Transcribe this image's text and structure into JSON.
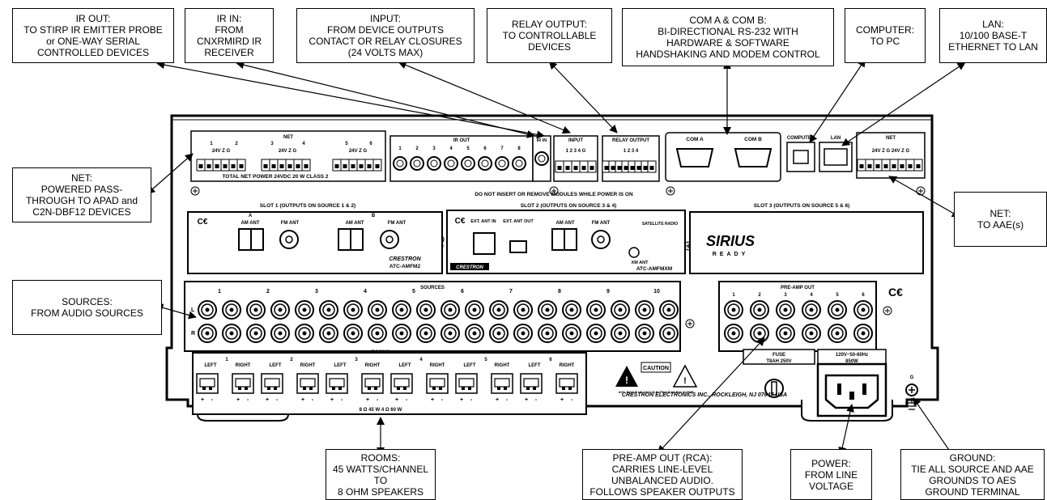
{
  "callouts": {
    "ir_out": "IR OUT:\nTO STIRP IR EMITTER PROBE\nor ONE-WAY SERIAL\nCONTROLLED DEVICES",
    "ir_in": "IR IN:\nFROM\nCNXRMIRD IR\nRECEIVER",
    "input": "INPUT:\nFROM DEVICE OUTPUTS\nCONTACT OR RELAY CLOSURES\n(24 VOLTS MAX)",
    "relay_output": "RELAY OUTPUT:\nTO CONTROLLABLE\nDEVICES",
    "com": "COM A & COM B:\nBI-DIRECTIONAL RS-232 WITH\nHARDWARE & SOFTWARE\nHANDSHAKING AND MODEM CONTROL",
    "computer": "COMPUTER:\nTO PC",
    "lan": "LAN:\n10/100 BASE-T\nETHERNET TO LAN",
    "net_left": "NET:\nPOWERED PASS-\nTHROUGH TO APAD and\nC2N-DBF12 DEVICES",
    "net_right": "NET:\nTO AAE(s)",
    "sources": "SOURCES:\nFROM AUDIO SOURCES",
    "rooms": "ROOMS:\n45 WATTS/CHANNEL TO\n8 OHM SPEAKERS",
    "preamp": "PRE-AMP OUT (RCA):\nCARRIES LINE-LEVEL\nUNBALANCED AUDIO.\nFOLLOWS SPEAKER OUTPUTS",
    "power": "POWER:\nFROM LINE\nVOLTAGE",
    "ground": "GROUND:\nTIE ALL SOURCE AND AAE\nGROUNDS TO AES\nGROUND TERMINAL"
  },
  "panel": {
    "net_label": "NET",
    "net_pins": "24V Z G",
    "net_group_1": "1",
    "net_group_2": "2",
    "net_group_3": "3",
    "net_group_4": "4",
    "net_group_5": "5",
    "net_group_6": "6",
    "total_net_power": "TOTAL NET POWER  24VDC  20 W CLASS 2",
    "ir_out_label": "IR OUT",
    "ir_in_label": "IR IN",
    "ir_channels": [
      "1",
      "2",
      "3",
      "4",
      "5",
      "6",
      "7",
      "8"
    ],
    "input_label": "INPUT",
    "input_pins": "1 2 3 4 G",
    "relay_label": "RELAY OUTPUT",
    "relay_pins": "1  2  3  4",
    "com_a": "COM A",
    "com_b": "COM B",
    "computer_label": "COMPUTER",
    "lan_label": "LAN",
    "net_right_label": "NET",
    "net_right_pins": "24V Z G  24V Z G",
    "warning": "DO NOT INSERT OR REMOVE MODULES WHILE POWER IS ON",
    "slot1": "SLOT 1 (OUTPUTS ON SOURCE 1 & 2)",
    "slot2": "SLOT 2 (OUTPUTS ON SOURCE 3 & 4)",
    "slot3": "SLOT 3 (OUTPUTS ON SOURCE 5 & 6)",
    "am_ant": "AM ANT",
    "fm_ant": "FM ANT",
    "tuner_a": "A",
    "tuner_b": "B",
    "ext_ant_in": "EXT. ANT IN",
    "ext_ant_out": "EXT. ANT OUT",
    "satellite_radio": "SATELLITE RADIO",
    "xm_ant": "XM ANT",
    "crestron": "CRESTRON",
    "model1": "ATC-AMFM2",
    "model2": "ATC-AMFMXM",
    "sirius": "SIRIUS",
    "sirius_ready": "READY",
    "sources_label": "SOURCES",
    "source_numbers": [
      "1",
      "2",
      "3",
      "4",
      "5",
      "6",
      "7",
      "8",
      "9",
      "10"
    ],
    "left_ch": "L",
    "right_ch": "R",
    "preamp_label": "PRE-AMP OUT",
    "preamp_numbers": [
      "1",
      "2",
      "3",
      "4",
      "5",
      "6"
    ],
    "rooms_label": "ROOMS",
    "room_numbers": [
      "1",
      "2",
      "3",
      "4",
      "5",
      "6"
    ],
    "left": "LEFT",
    "right": "RIGHT",
    "rooms_power": "8 Ω 45 W    4 Ω 60 W",
    "fuse": "FUSE",
    "fuse_rating": "T8AH 250V",
    "power_rating": "120V~50-60Hz",
    "power_watts": "850W",
    "caution": "CAUTION",
    "caution_sub": "AVIS: RISQUE DE CHOC ELECTRIQUE NE PAS OUVRIR",
    "company": "CRESTRON ELECTRONICS INC., ROCKLEIGH, NJ 07647   USA",
    "ground_label": "G"
  }
}
